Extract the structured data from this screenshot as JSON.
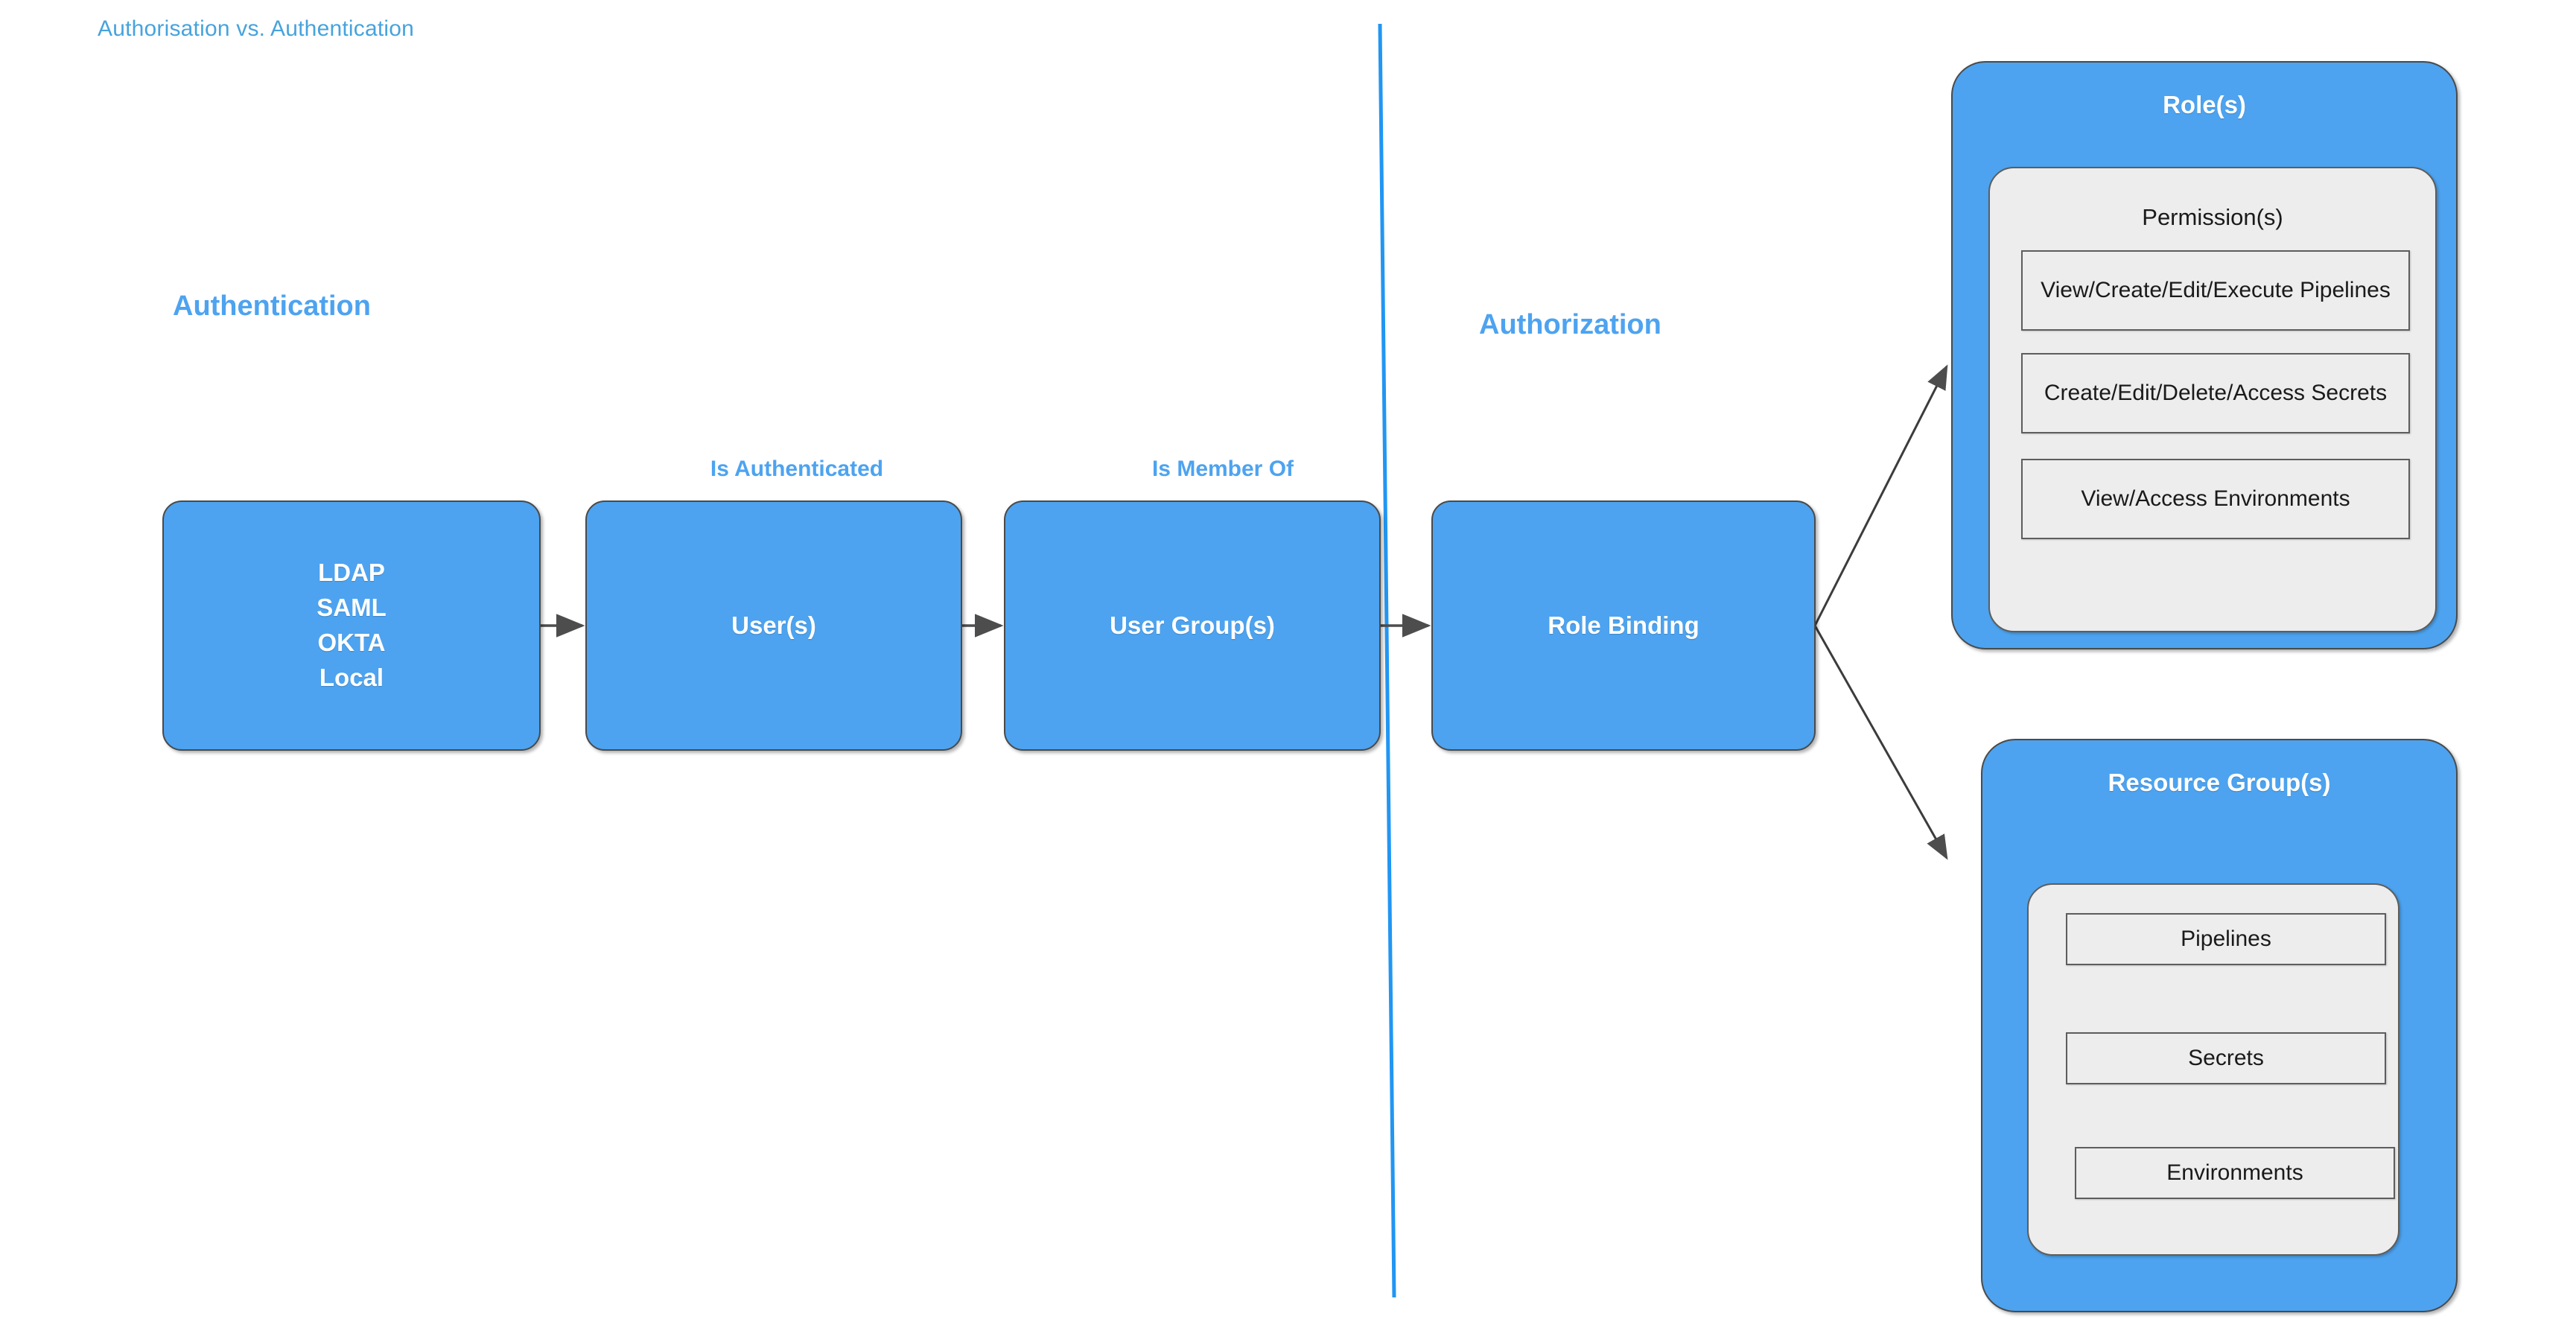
{
  "page": {
    "title": "Authorisation vs. Authentication",
    "accent_blue": "#4da3ef",
    "title_blue": "#47a3dd",
    "panel_gray": "#ededed",
    "border_gray": "#4a4a4a",
    "background": "#ffffff"
  },
  "sections": {
    "authentication_label": "Authentication",
    "authorization_label": "Authorization"
  },
  "edge_labels": {
    "is_authenticated": "Is Authenticated",
    "is_member_of": "Is Member Of"
  },
  "flow": {
    "identity_providers": {
      "name": "identity-providers",
      "lines": [
        "LDAP",
        "SAML",
        "OKTA",
        "Local"
      ]
    },
    "users": {
      "name": "users",
      "label": "User(s)"
    },
    "user_groups": {
      "name": "user-groups",
      "label": "User Group(s)"
    },
    "role_binding": {
      "name": "role-binding",
      "label": "Role Binding"
    }
  },
  "roles_panel": {
    "title": "Role(s)",
    "inner_title": "Permission(s)",
    "permissions": [
      "View/Create/Edit/Execute Pipelines",
      "Create/Edit/Delete/Access Secrets",
      "View/Access Environments"
    ]
  },
  "resource_groups_panel": {
    "title": "Resource Group(s)",
    "resources": [
      "Pipelines",
      "Secrets",
      "Environments"
    ]
  }
}
